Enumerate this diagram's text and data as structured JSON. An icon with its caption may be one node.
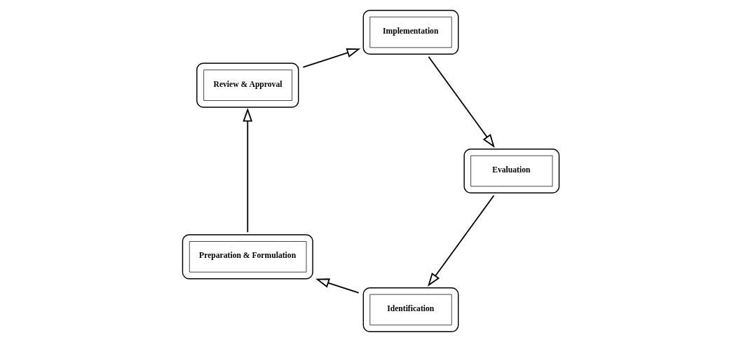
{
  "diagram": {
    "nodes": [
      {
        "text": [
          "Identification"
        ]
      },
      {
        "text": [
          "Preparation & Formulation"
        ]
      },
      {
        "text": [
          "Evaluation"
        ]
      },
      {
        "text": [
          "Review & Approval"
        ]
      },
      {
        "text": [
          "Implementation"
        ]
      }
    ],
    "edges": [
      {
        "from": 0,
        "to": 1,
        "arrow": "to"
      },
      {
        "from": 1,
        "to": 3,
        "arrow": "to"
      },
      {
        "from": 3,
        "to": 4,
        "arrow": "to"
      },
      {
        "from": 4,
        "to": 2,
        "arrow": "to"
      },
      {
        "from": 2,
        "to": 0,
        "arrow": "to"
      }
    ]
  }
}
